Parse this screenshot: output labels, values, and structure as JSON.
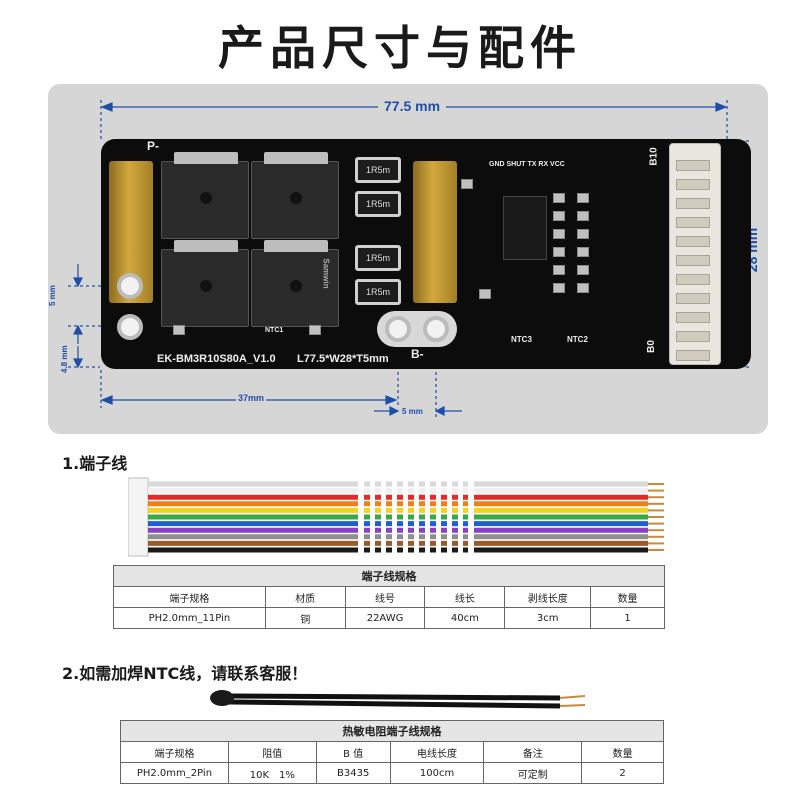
{
  "title": "产品尺寸与配件",
  "board": {
    "length_label": "77.5 mm",
    "width_label": "28 mm",
    "dim_5mm_a": "5 mm",
    "dim_48mm": "4.8 mm",
    "dim_37mm": "37mm",
    "dim_5mm_b": "5 mm",
    "model": "EK-BM3R10S80A_V1.0",
    "size_text": "L77.5*W28*T5mm",
    "label_p": "P-",
    "label_b": "B-",
    "ntc1": "NTC1",
    "ntc2": "NTC2",
    "ntc3": "NTC3",
    "pins_text": "GND SHUT TX RX VCC",
    "b10": "B10",
    "b0": "B0",
    "resistor_label": "1R5m",
    "mosfet_text": "Samwin"
  },
  "section1": "1.端子线",
  "table1": {
    "caption": "端子线规格",
    "headers": [
      "端子规格",
      "材质",
      "线号",
      "线长",
      "剥线长度",
      "数量"
    ],
    "row": [
      "PH2.0mm_11Pin",
      "铜",
      "22AWG",
      "40cm",
      "3cm",
      "1"
    ]
  },
  "section2": "2.如需加焊NTC线，请联系客服！",
  "table2": {
    "caption": "热敏电阻端子线规格",
    "headers": [
      "端子规格",
      "阻值",
      "B 值",
      "电线长度",
      "备注",
      "数量"
    ],
    "row": [
      "PH2.0mm_2Pin",
      "10K　1%",
      "B3435",
      "100cm",
      "可定制",
      "2"
    ]
  },
  "colors": {
    "dimension_blue": "#1e4fa8",
    "pcb_black": "#0c0c0c",
    "brass": "#d4a93c",
    "wires": [
      "#d9d9d9",
      "#f0f0f0",
      "#e62828",
      "#f07f1a",
      "#f2d21e",
      "#36a845",
      "#1e5fd6",
      "#8a3fc8",
      "#8e8e8e",
      "#9a5a2a",
      "#1a1a1a"
    ]
  }
}
